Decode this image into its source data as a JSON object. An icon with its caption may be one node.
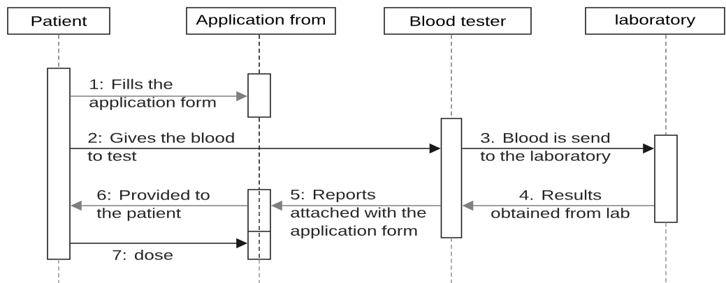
{
  "diagram": {
    "nodes": [
      {
        "text": [
          "Patient"
        ]
      },
      {
        "text": [
          "Application from"
        ]
      },
      {
        "text": [
          "Blood tester"
        ]
      },
      {
        "text": [
          "laboratory"
        ]
      },
      {
        "text": [],
        "shape": "box"
      },
      {
        "text": [],
        "shape": "box"
      },
      {
        "text": [],
        "shape": "box"
      },
      {
        "text": [],
        "shape": "box"
      },
      {
        "text": [],
        "shape": "box"
      }
    ],
    "edges": [
      {
        "from": 4,
        "to": 5,
        "arrow": "to",
        "label": "1: Fills the application form"
      },
      {
        "from": 4,
        "to": 6,
        "arrow": "to",
        "label": "2: Gives the blood to test",
        "color": "#1a1a1a"
      },
      {
        "from": 6,
        "to": 7,
        "arrow": "to",
        "label": "3. Blood is send to the laboratory",
        "color": "#1a1a1a"
      },
      {
        "from": 7,
        "to": 6,
        "arrow": "to",
        "label": "4. Results obtained from lab"
      },
      {
        "from": 6,
        "to": 8,
        "arrow": "to",
        "label": "5: Reports attached with the application form"
      },
      {
        "from": 8,
        "to": 4,
        "arrow": "to",
        "label": "6: Provided to the patient"
      },
      {
        "from": 4,
        "to": 8,
        "arrow": "to",
        "label": "7: dose",
        "color": "#1a1a1a"
      },
      {
        "from": 0,
        "to": 4,
        "arrow": "none",
        "style": "dashed"
      },
      {
        "from": 1,
        "to": 5,
        "arrow": "none",
        "style": "dashed",
        "color": "#1a1a1a"
      },
      {
        "from": 5,
        "to": 8,
        "arrow": "none",
        "style": "dashed",
        "color": "#1a1a1a"
      },
      {
        "from": 2,
        "to": 6,
        "arrow": "none",
        "style": "dashed"
      },
      {
        "from": 3,
        "to": 7,
        "arrow": "none",
        "style": "dashed"
      }
    ]
  }
}
